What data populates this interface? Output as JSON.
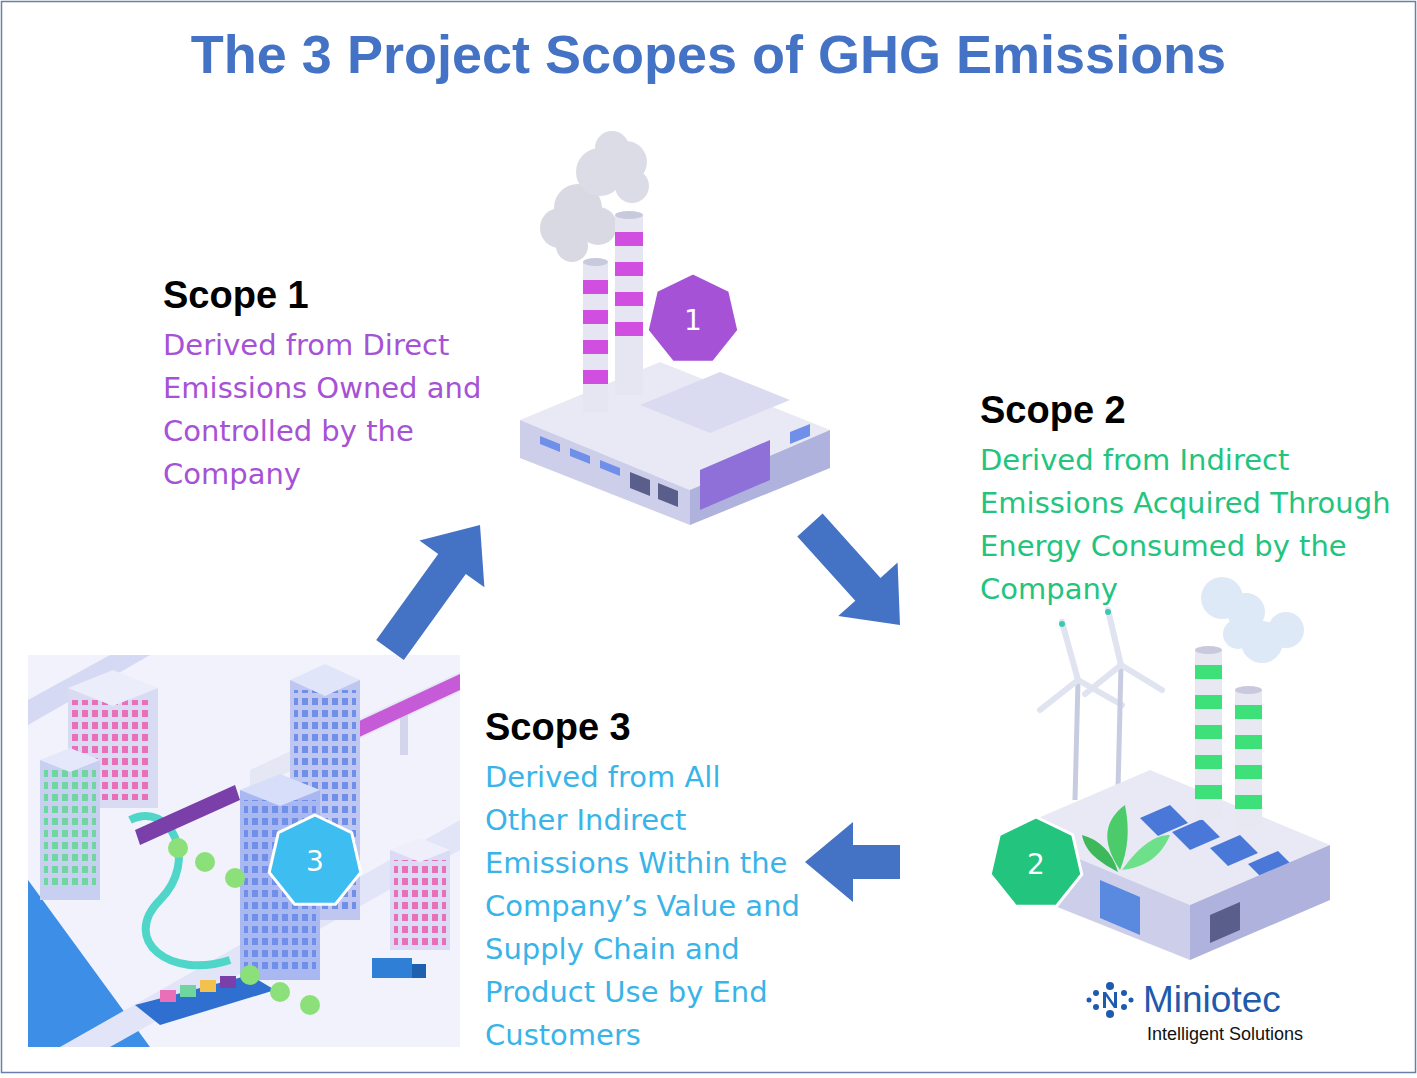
{
  "diagram": {
    "title": "The 3 Project Scopes of GHG Emissions",
    "nodes": [
      {
        "text": [
          "Scope 1",
          "Derived from Direct Emissions Owned and Controlled by the Company"
        ]
      },
      {
        "text": [
          "Scope 2",
          "Derived from Indirect Emissions Acquired Through Energy Consumed by the Company"
        ]
      },
      {
        "text": [
          "Scope 3",
          "Derived from All Other Indirect Emissions Within the Company’s Value and Supply Chain and Product Use by End Customers"
        ]
      }
    ],
    "edges": [
      {
        "from": 0,
        "to": 1,
        "arrow": "to"
      },
      {
        "from": 1,
        "to": 2,
        "arrow": "to"
      },
      {
        "from": 2,
        "to": 0,
        "arrow": "to"
      }
    ],
    "labels": [
      "1",
      "2",
      "3",
      "Miniotec",
      "Intelligent Solutions"
    ]
  }
}
